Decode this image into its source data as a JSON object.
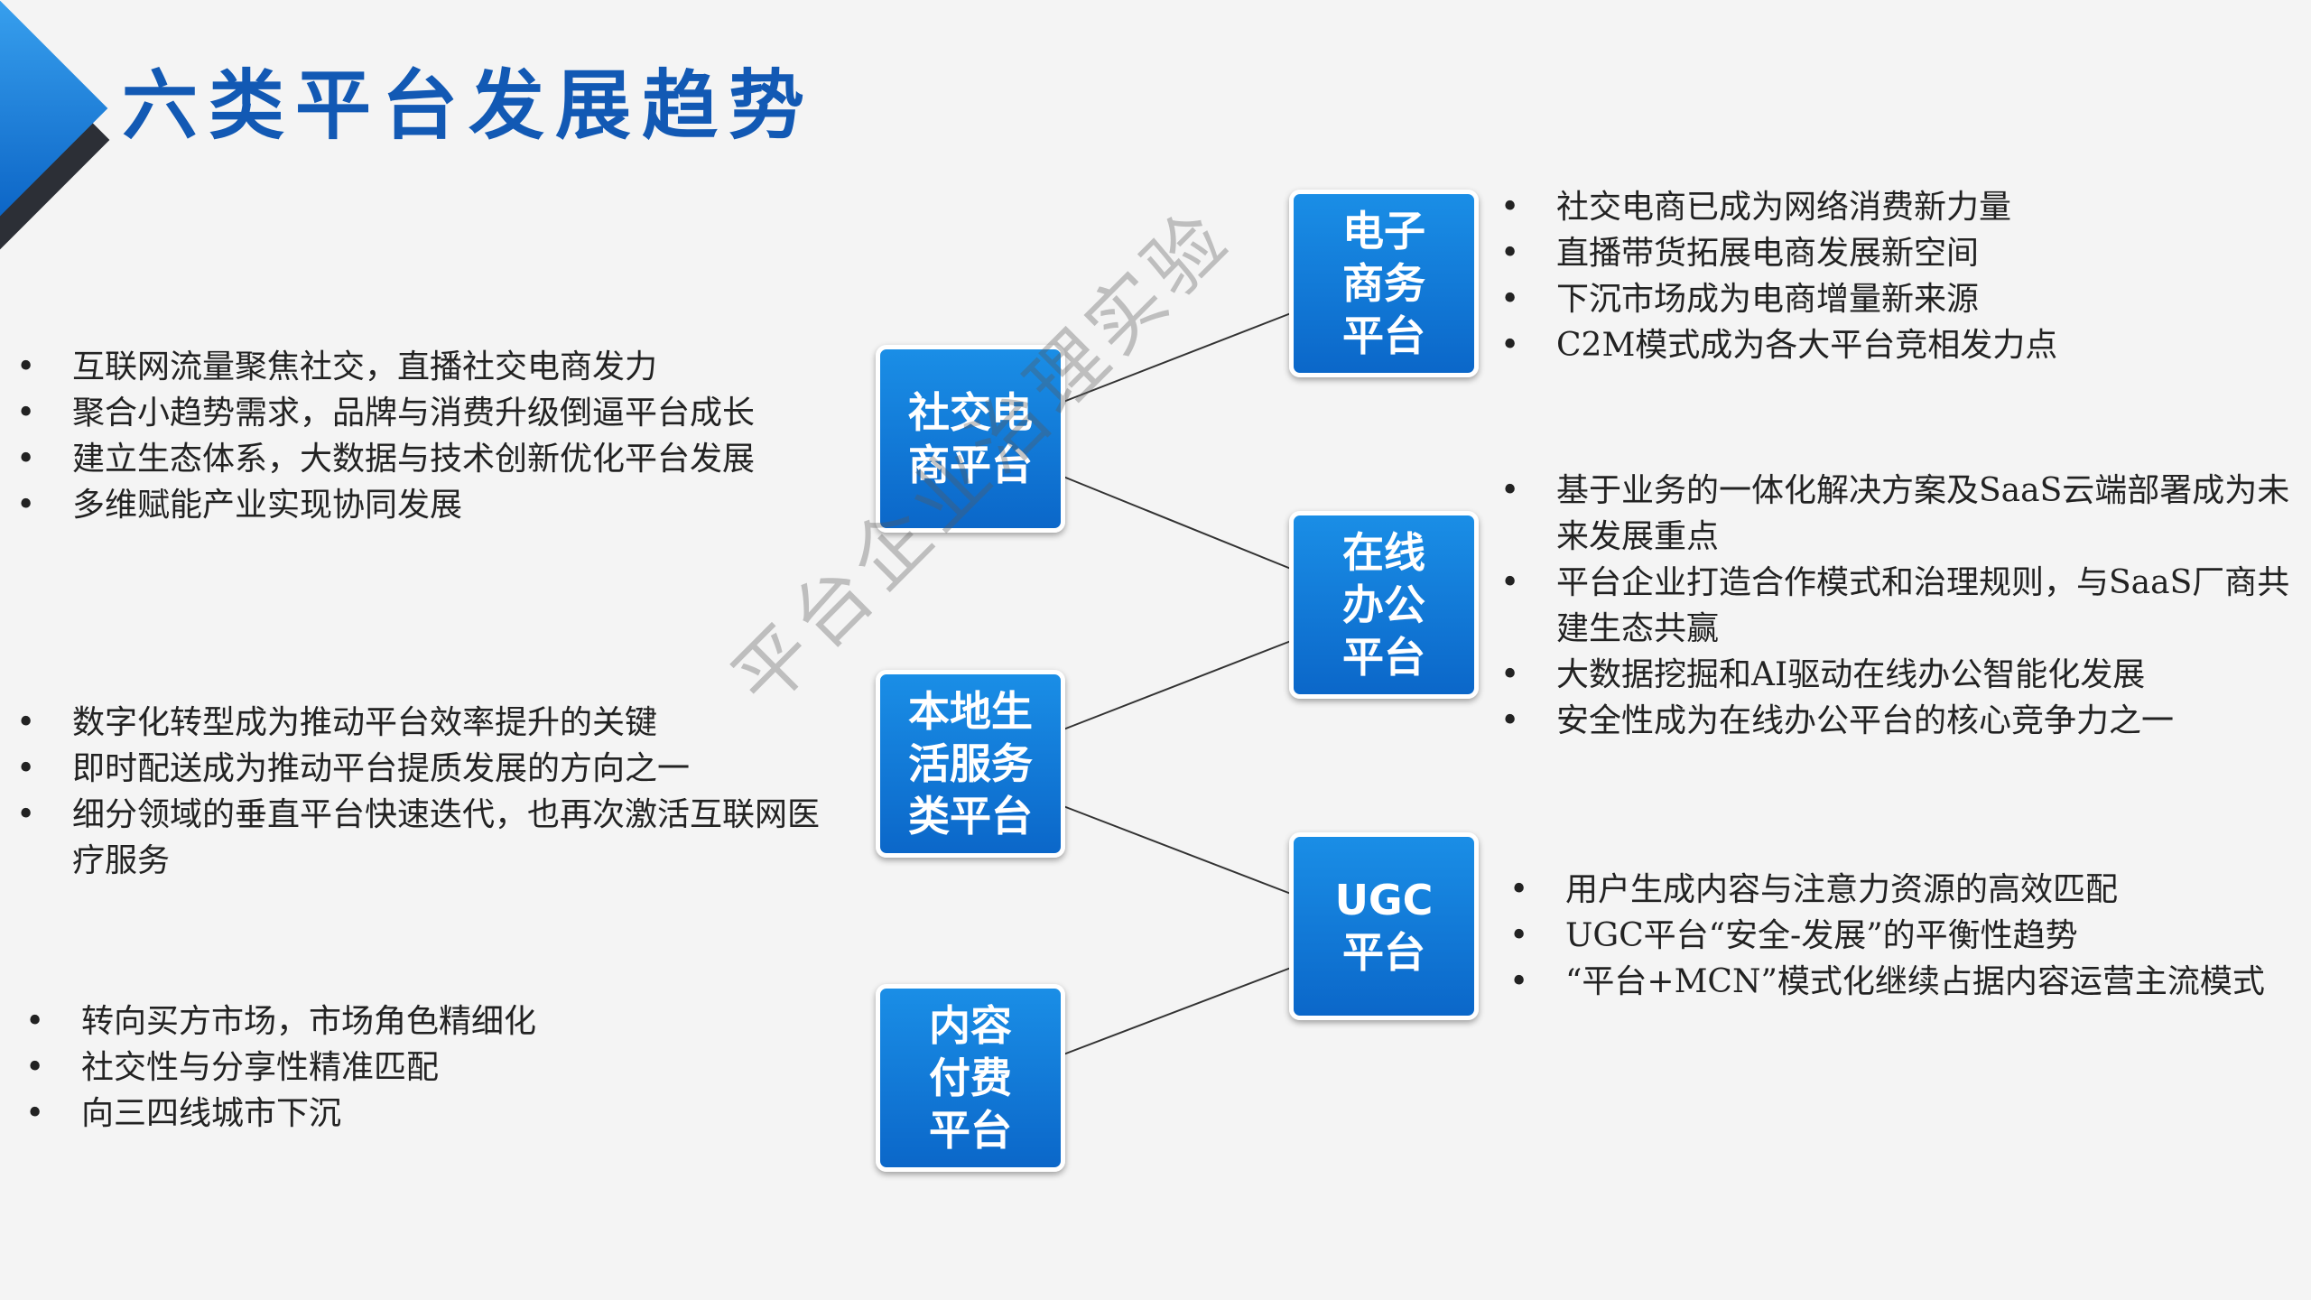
{
  "title": "六类平台发展趋势",
  "watermark": "平台企业治理实验",
  "platforms": {
    "social": {
      "label": "社交电\n商平台"
    },
    "ecommerce": {
      "label": "电子\n商务\n平台"
    },
    "office": {
      "label": "在线\n办公\n平台"
    },
    "local": {
      "label": "本地生\n活服务\n类平台"
    },
    "ugc": {
      "label": "UGC\n平台"
    },
    "content": {
      "label": "内容\n付费\n平台"
    }
  },
  "bullets": {
    "social": [
      "互联网流量聚焦社交，直播社交电商发力",
      "聚合小趋势需求，品牌与消费升级倒逼平台成长",
      "建立生态体系，大数据与技术创新优化平台发展",
      "多维赋能产业实现协同发展"
    ],
    "ecommerce": [
      "社交电商已成为网络消费新力量",
      "直播带货拓展电商发展新空间",
      "下沉市场成为电商增量新来源",
      "C2M模式成为各大平台竞相发力点"
    ],
    "office": [
      "基于业务的一体化解决方案及SaaS云端部署成为未来发展重点",
      "平台企业打造合作模式和治理规则，与SaaS厂商共建生态共赢",
      "大数据挖掘和AI驱动在线办公智能化发展",
      "安全性成为在线办公平台的核心竞争力之一"
    ],
    "local": [
      "数字化转型成为推动平台效率提升的关键",
      "即时配送成为推动平台提质发展的方向之一",
      "细分领域的垂直平台快速迭代，也再次激活互联网医疗服务"
    ],
    "ugc": [
      "用户生成内容与注意力资源的高效匹配",
      "UGC平台“安全-发展”的平衡性趋势",
      "“平台+MCN”模式化继续占据内容运营主流模式"
    ],
    "content": [
      "转向买方市场，市场角色精细化",
      "社交性与分享性精准匹配",
      "向三四线城市下沉"
    ]
  },
  "colors": {
    "title": "#1259b4",
    "box": "#0b67c9",
    "connector": "#333333"
  }
}
